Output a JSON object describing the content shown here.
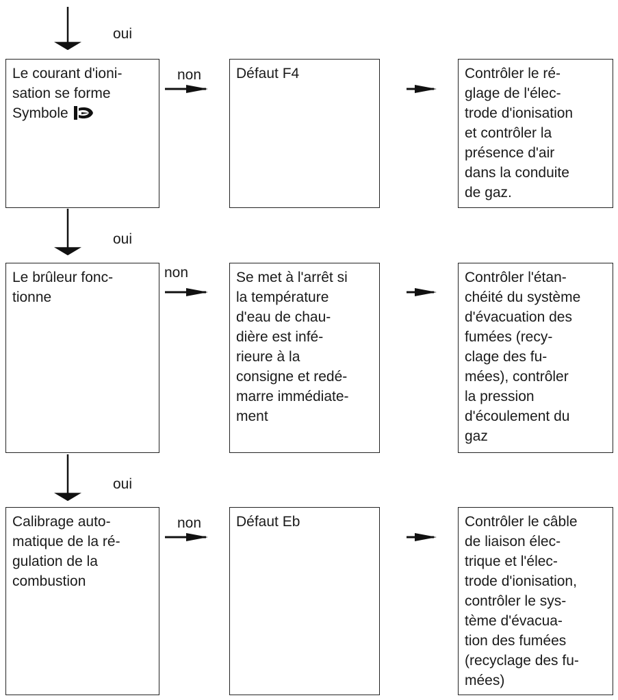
{
  "labels": {
    "yes": "oui",
    "no": "non"
  },
  "rows": [
    {
      "check": "Le courant d'ioni-\nsation se forme\nSymbole",
      "check_icon": "flame-symbol-icon",
      "result": "Défaut F4",
      "action": "Contrôler le ré-\nglage de l'élec-\ntrode d'ionisation\net contrôler la\nprésence d'air\ndans la conduite\nde gaz."
    },
    {
      "check": "Le brûleur fonc-\ntionne",
      "result": "Se met à l'arrêt si\nla température\nd'eau de chau-\ndière est infé-\nrieure à la\nconsigne et redé-\nmarre immédiate-\nment",
      "action": "Contrôler l'étan-\nchéité du système\nd'évacuation des\nfumées (recy-\nclage des fu-\nmées), contrôler\nla pression\nd'écoulement du\ngaz"
    },
    {
      "check": "Calibrage auto-\nmatique de la ré-\ngulation de la\ncombustion",
      "result": "Défaut Eb",
      "action": "Contrôler le câble\nde liaison élec-\ntrique et l'élec-\ntrode d'ionisation,\ncontrôler le sys-\ntème d'évacua-\ntion des fumées\n(recyclage des fu-\nmées)"
    }
  ]
}
